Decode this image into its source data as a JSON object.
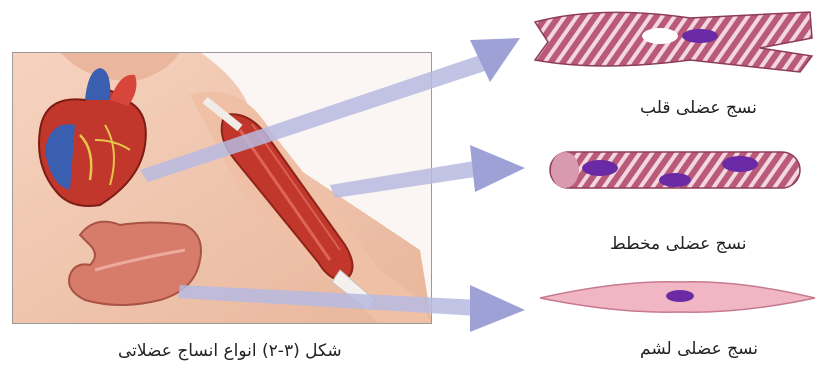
{
  "figure": {
    "caption": "شکل (۳-۲) انواع انساج عضلاتی",
    "illustration": "human torso with heart, arm muscle and stomach"
  },
  "tissues": [
    {
      "label": "نسج عضلی قلب",
      "organ": "heart"
    },
    {
      "label": "نسج عضلی مخطط",
      "organ": "arm-muscle"
    },
    {
      "label": "نسج عضلی لشم",
      "organ": "stomach"
    }
  ],
  "colors": {
    "arrow": "#a3a6d6",
    "muscle_band": "#b85a78",
    "muscle_stripe": "#f3d6df",
    "nucleus": "#6a2aa5",
    "skin": "#f1c4ad",
    "muscle_red": "#c2372b",
    "stomach": "#d77c6a"
  }
}
